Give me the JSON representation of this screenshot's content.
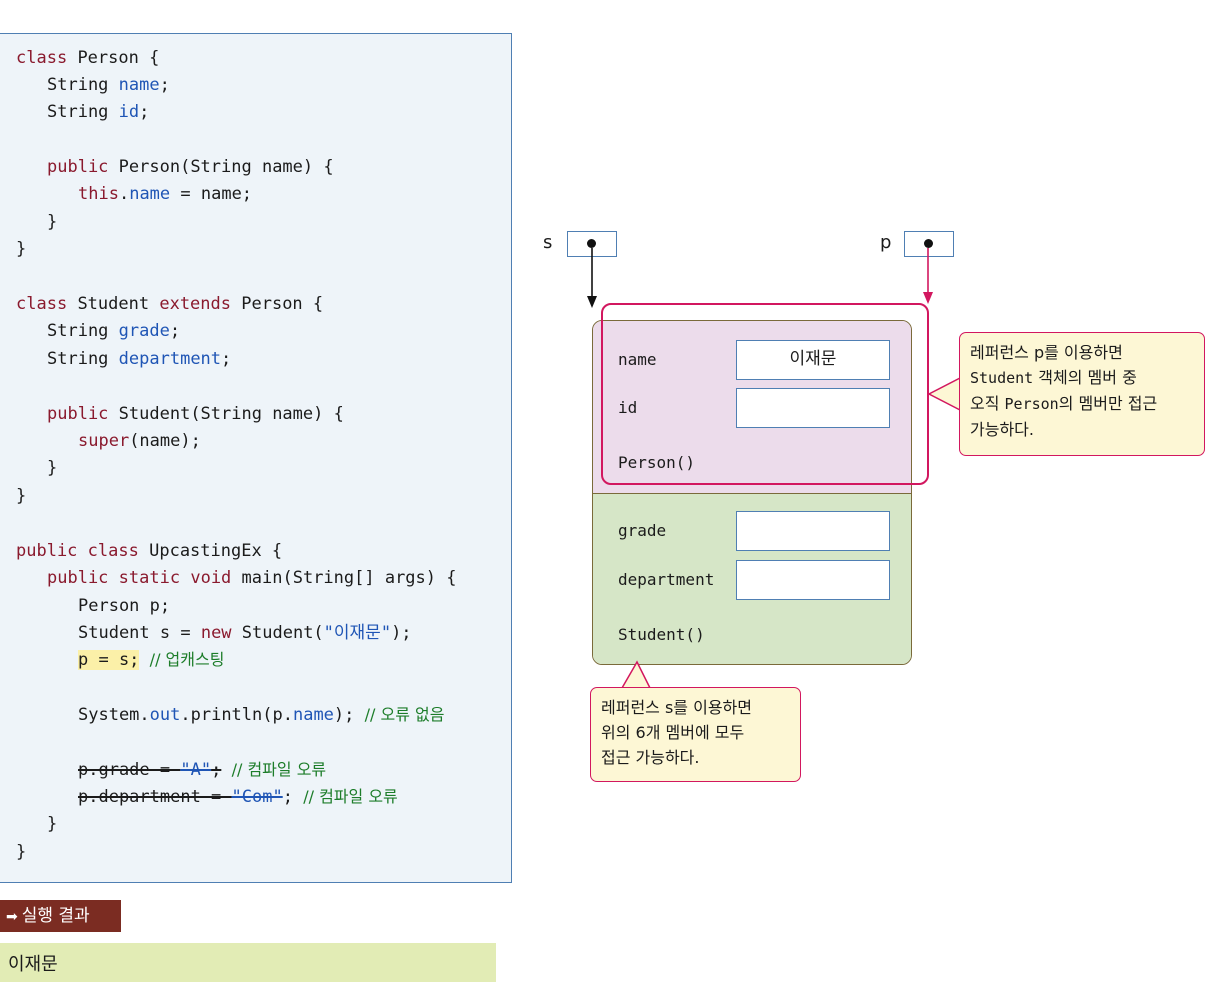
{
  "code": {
    "person_class": {
      "decl": [
        "class",
        "Person",
        "{"
      ],
      "field1": [
        "String",
        "name",
        ";"
      ],
      "field2": [
        "String",
        "id",
        ";"
      ],
      "ctor": [
        "public",
        "Person(String name) {"
      ],
      "ctor_body": [
        "this",
        ".",
        "name",
        " = name;"
      ],
      "close_inner": "}",
      "close": "}"
    },
    "student_class": {
      "decl": [
        "class",
        "Student",
        "extends",
        "Person {"
      ],
      "field1": [
        "String",
        "grade",
        ";"
      ],
      "field2": [
        "String",
        "department",
        ";"
      ],
      "ctor": [
        "public",
        "Student(String name) {"
      ],
      "ctor_body": [
        "super",
        "(name);"
      ],
      "close_inner": "}",
      "close": "}"
    },
    "main_class": {
      "decl": [
        "public",
        "class",
        "UpcastingEx {"
      ],
      "main": [
        "public",
        "static",
        "void",
        "main(String[] args) {"
      ],
      "l1": "Person p;",
      "l2": [
        "Student s = ",
        "new",
        " Student(",
        "\"이재문\"",
        ");"
      ],
      "l3": [
        "p = s;",
        "// 업캐스팅"
      ],
      "l4": [
        "System.",
        "out",
        ".println(p.",
        "name",
        "); ",
        "// 오류 없음"
      ],
      "l5": [
        "p.grade = ",
        "\"A\"",
        ";",
        "// 컴파일 오류"
      ],
      "l6": [
        "p.department = ",
        "\"Com\"",
        ";",
        "// 컴파일 오류"
      ],
      "close_inner": "}",
      "close": "}"
    }
  },
  "result": {
    "tag": "실행 결과",
    "output": "이재문"
  },
  "diagram": {
    "ref_s": "s",
    "ref_p": "p",
    "person_members": {
      "name": "name",
      "name_value": "이재문",
      "id": "id",
      "ctor": "Person()"
    },
    "student_members": {
      "grade": "grade",
      "department": "department",
      "ctor": "Student()"
    },
    "callout_p": {
      "line1": "레퍼런스 p를 이용하면",
      "line2_code": "Student",
      "line2": " 객체의 멤버 중",
      "line3a": "오직 ",
      "line3_code": "Person",
      "line3b": "의 멤버만 접근",
      "line4": "가능하다."
    },
    "callout_s": {
      "line1": "레퍼런스 s를 이용하면",
      "line2": "위의 6개 멤버에 모두",
      "line3": "접근 가능하다."
    }
  },
  "colors": {
    "keyword": "#8a1a2e",
    "field": "#1f55b5",
    "comment": "#1d7d2a",
    "highlight": "#fbf0a8",
    "frame": "#d2175f"
  }
}
